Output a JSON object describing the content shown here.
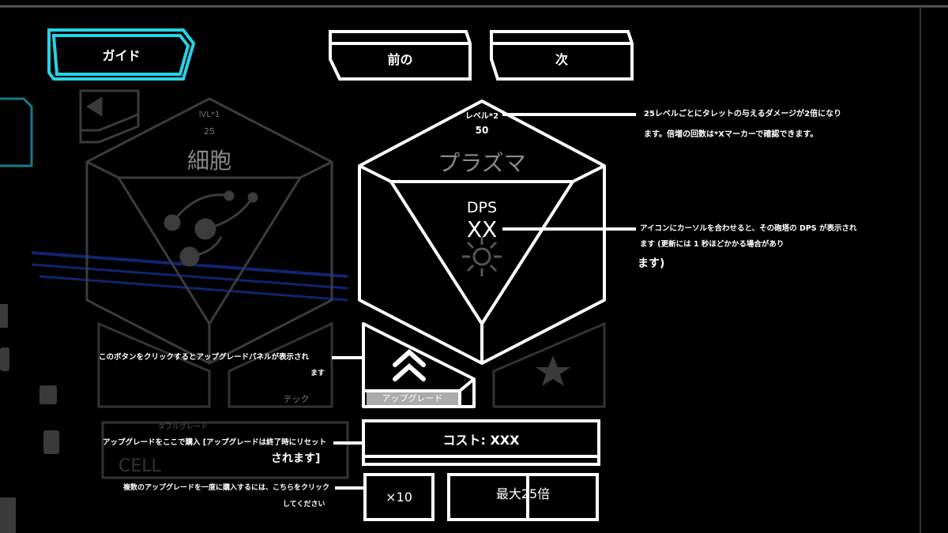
{
  "nav": {
    "guide_label": "ガイド",
    "prev_label": "前の",
    "next_label": "次"
  },
  "colors": {
    "accent": "#27d3e6",
    "outline": "#ffffff",
    "faded": "#444444"
  },
  "left_turret": {
    "level_label": "lVL*1",
    "level_value": "25",
    "name": "細胞",
    "tab_label": "テック",
    "double_grade_label": "ダブルグレード",
    "cost_faded": "CELL"
  },
  "turret": {
    "level_label": "レベル*2",
    "level_value": "50",
    "name": "プラズマ",
    "dps_label": "DPS",
    "dps_value": "XX",
    "icon": "plasma-sun-icon"
  },
  "upgrade_button": {
    "label": "アップグレード",
    "icon": "double-chevron-up-icon"
  },
  "cost_button": {
    "label": "コスト: XXX"
  },
  "multiplier": {
    "x10_label": "×10",
    "max_label": "最大25倍"
  },
  "notes": {
    "level_note_1": "25レベルごとにタレットの与えるダメージが2倍になり",
    "level_note_2": "ます。倍増の回数は*Xマーカーで確認できます。",
    "dps_note_1": "アイコンにカーソルを合わせると、その砲塔の DPS が表示され",
    "dps_note_2": "ます (更新には 1 秒ほどかかる場合があり",
    "dps_note_3": "ます)",
    "upgrade_note_1": "このボタンをクリックするとアップグレードパネルが表示され",
    "upgrade_note_2": "ます",
    "buy_note_1": "アップグレードをここで購入 [アップグレードは終了時にリセット",
    "buy_note_2": "されます]",
    "multi_note_1": "複数のアップグレードを一度に購入するには、こちらをクリック",
    "multi_note_2": "してください"
  }
}
